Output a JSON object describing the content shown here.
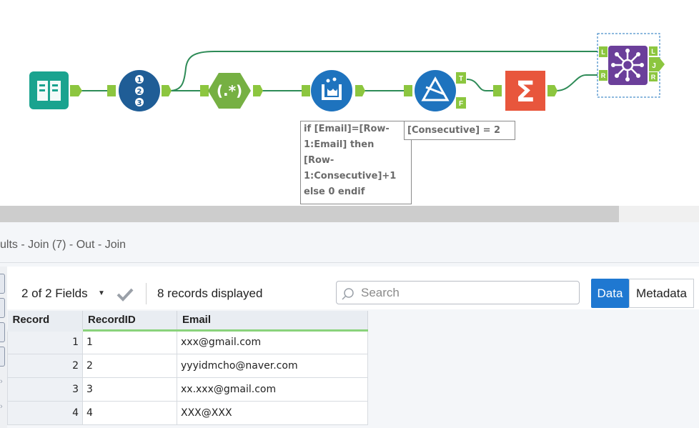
{
  "workflow": {
    "annotations": {
      "formula": [
        "if [Email]=[Row-",
        "1:Email] then",
        "[Row-",
        "1:Consecutive]+1",
        "else 0 endif"
      ],
      "filter": "[Consecutive] = 2"
    },
    "anchor_labels": {
      "filter_true": "T",
      "filter_false": "F",
      "join_left_in": "L",
      "join_right_in": "R",
      "join_left_out": "L",
      "join_join_out": "J",
      "join_right_out": "R"
    },
    "tool_text": {
      "regex": "(.*)",
      "record_id_digits": [
        "1",
        "2",
        "3"
      ],
      "summarize": "Σ"
    },
    "colors": {
      "connection": "#2e8b57",
      "anchor": "#8cc63f",
      "input": "#1aa38f",
      "record_id": "#1f5d96",
      "regex": "#76b043",
      "formula": "#1e73be",
      "filter": "#1e73be",
      "summarize": "#e8563c",
      "join": "#6b3f9a"
    }
  },
  "results": {
    "title": "ults - Join (7) - Out - Join",
    "fields_label": "2 of 2 Fields",
    "records_label": "8 records displayed",
    "search_placeholder": "Search",
    "tabs": {
      "data": "Data",
      "metadata": "Metadata"
    },
    "columns": [
      "Record",
      "RecordID",
      "Email"
    ],
    "rows": [
      {
        "record": "1",
        "record_id": "1",
        "email": "xxx@gmail.com"
      },
      {
        "record": "2",
        "record_id": "2",
        "email": "yyyidmcho@naver.com"
      },
      {
        "record": "3",
        "record_id": "3",
        "email": "xx.xxx@gmail.com"
      },
      {
        "record": "4",
        "record_id": "4",
        "email": "XXX@XXX"
      }
    ]
  }
}
